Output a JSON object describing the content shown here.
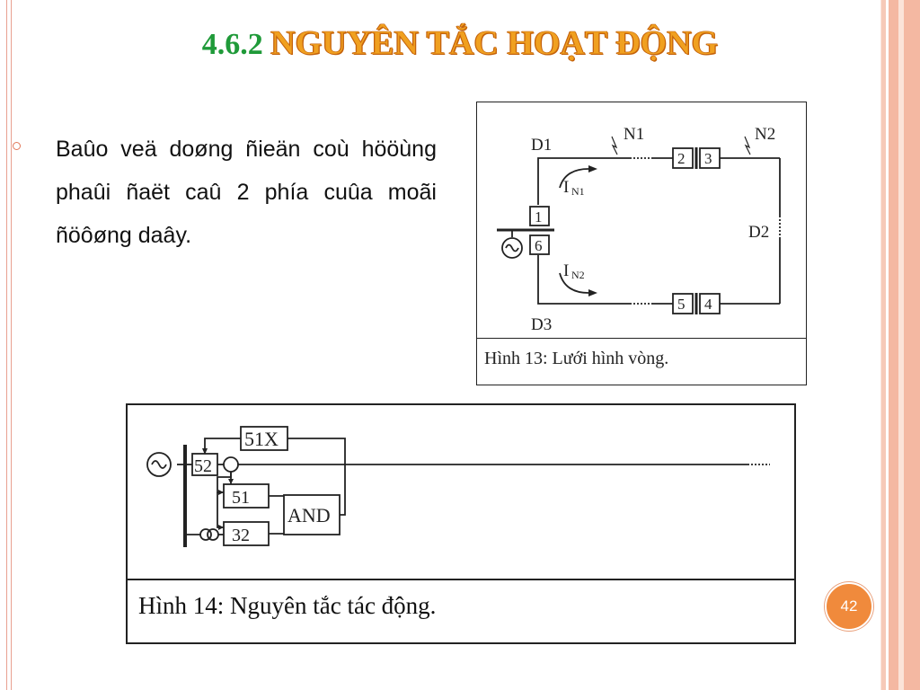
{
  "title": {
    "number": "4.6.2",
    "text": "NGUYÊN TẮC HOẠT ĐỘNG"
  },
  "bullet": {
    "text": "Baûo veä doøng ñieän coù hööùng phaûi ñaët caû 2 phía cuûa moãi ñöôøng daây."
  },
  "figure13": {
    "caption": "Hình 13: Lưới hình vòng.",
    "labels": {
      "d1": "D1",
      "d2": "D2",
      "d3": "D3",
      "n1": "N1",
      "n2": "N2",
      "i_n1": "I",
      "i_n1_sub": "N1",
      "i_n2": "I",
      "i_n2_sub": "N2",
      "b1": "1",
      "b2": "2",
      "b3": "3",
      "b4": "4",
      "b5": "5",
      "b6": "6"
    }
  },
  "figure14": {
    "caption": "Hình 14: Nguyên tắc tác động.",
    "labels": {
      "r51x": "51X",
      "r52": "52",
      "r51": "51",
      "r32": "32",
      "and": "AND"
    }
  },
  "page_number": "42"
}
